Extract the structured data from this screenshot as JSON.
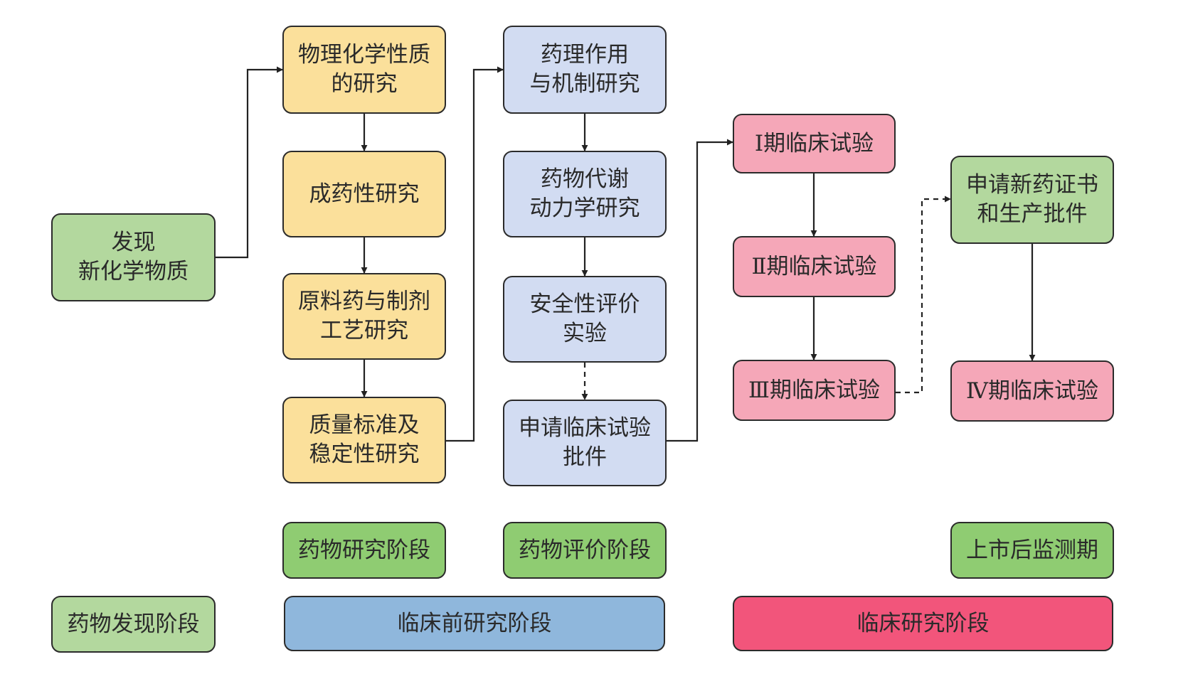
{
  "colors": {
    "drug_research": "#fbe09b",
    "drug_evaluation": "#d2dcf2",
    "clinical_trials": "#f5a7b8",
    "discovery_and_approval": "#b3d89e",
    "stage_labels": "#8fcc72",
    "preclinical_bar": "#8fb7dc",
    "clinical_bar": "#f2557b",
    "lines": "#222222"
  },
  "nodes": {
    "discover": {
      "lines": [
        "发现",
        "新化学物质"
      ]
    },
    "physchem": {
      "lines": [
        "物理化学性质",
        "的研究"
      ]
    },
    "druggability": {
      "lines": [
        "成药性研究"
      ]
    },
    "api_formulation": {
      "lines": [
        "原料药与制剂",
        "工艺研究"
      ]
    },
    "quality": {
      "lines": [
        "质量标准及",
        "稳定性研究"
      ]
    },
    "pharmacology": {
      "lines": [
        "药理作用",
        "与机制研究"
      ]
    },
    "pk": {
      "lines": [
        "药物代谢",
        "动力学研究"
      ]
    },
    "safety": {
      "lines": [
        "安全性评价",
        "实验"
      ]
    },
    "apply_clinical": {
      "lines": [
        "申请临床试验",
        "批件"
      ]
    },
    "phase1": {
      "lines": [
        "Ⅰ期临床试验"
      ]
    },
    "phase2": {
      "lines": [
        "Ⅱ期临床试验"
      ]
    },
    "phase3": {
      "lines": [
        "Ⅲ期临床试验"
      ]
    },
    "apply_new_drug": {
      "lines": [
        "申请新药证书",
        "和生产批件"
      ]
    },
    "phase4": {
      "lines": [
        "Ⅳ期临床试验"
      ]
    }
  },
  "stages": {
    "research": "药物研究阶段",
    "evaluation": "药物评价阶段",
    "postmarket": "上市后监测期",
    "discovery": "药物发现阶段",
    "preclinical": "临床前研究阶段",
    "clinical": "临床研究阶段"
  },
  "edges": [
    {
      "from": "discover",
      "to": "physchem",
      "style": "solid"
    },
    {
      "from": "physchem",
      "to": "druggability",
      "style": "solid"
    },
    {
      "from": "druggability",
      "to": "api_formulation",
      "style": "solid"
    },
    {
      "from": "api_formulation",
      "to": "quality",
      "style": "solid"
    },
    {
      "from": "quality",
      "to": "pharmacology",
      "style": "solid"
    },
    {
      "from": "pharmacology",
      "to": "pk",
      "style": "solid"
    },
    {
      "from": "pk",
      "to": "safety",
      "style": "solid"
    },
    {
      "from": "safety",
      "to": "apply_clinical",
      "style": "dashed"
    },
    {
      "from": "apply_clinical",
      "to": "phase1",
      "style": "solid"
    },
    {
      "from": "phase1",
      "to": "phase2",
      "style": "solid"
    },
    {
      "from": "phase2",
      "to": "phase3",
      "style": "solid"
    },
    {
      "from": "phase3",
      "to": "apply_new_drug",
      "style": "dashed"
    },
    {
      "from": "apply_new_drug",
      "to": "phase4",
      "style": "solid"
    }
  ]
}
